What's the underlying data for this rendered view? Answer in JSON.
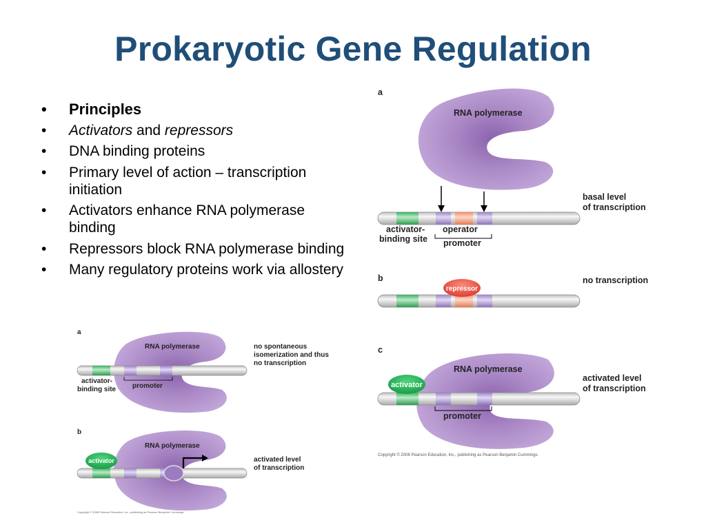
{
  "title": "Prokaryotic Gene Regulation",
  "bullets": [
    {
      "text": "Principles"
    },
    {
      "italic1": "Activators",
      "mid": " and ",
      "italic2": "repressors"
    },
    {
      "text": "DNA binding proteins"
    },
    {
      "text": "Primary level of action – transcription initiation"
    },
    {
      "text": "Activators enhance RNA polymerase binding"
    },
    {
      "text": "Repressors block RNA polymerase binding"
    },
    {
      "text": "Many regulatory proteins work via allostery"
    }
  ],
  "right_figure": {
    "panel_a": {
      "letter": "a",
      "polymerase": "RNA polymerase",
      "state_line1": "basal level",
      "state_line2": "of transcription",
      "site_line1": "activator-",
      "site_line2": "binding site",
      "operator": "operator",
      "promoter": "promoter"
    },
    "panel_b": {
      "letter": "b",
      "repressor": "repressor",
      "state": "no transcription"
    },
    "panel_c": {
      "letter": "c",
      "polymerase": "RNA polymerase",
      "activator": "activator",
      "state_line1": "activated level",
      "state_line2": "of transcription",
      "promoter": "promoter"
    },
    "copyright": "Copyright © 2008 Pearson Education, Inc., publishing as Pearson Benjamin Cummings."
  },
  "left_figure": {
    "panel_a": {
      "letter": "a",
      "polymerase": "RNA polymerase",
      "state_line1": "no spontaneous",
      "state_line2": "isomerization and thus",
      "state_line3": "no transcription",
      "site_line1": "activator-",
      "site_line2": "binding site",
      "promoter": "promoter"
    },
    "panel_b": {
      "letter": "b",
      "polymerase": "RNA polymerase",
      "activator": "activator",
      "state_line1": "activated level",
      "state_line2": "of transcription"
    },
    "copyright": "Copyright © 2008 Pearson Education, Inc., publishing as Pearson Benjamin Cummings."
  },
  "colors": {
    "title": "#1f4e79",
    "polymerase": "#b89bcf",
    "polymerase_dark": "#8a63ad",
    "activator_site": "#5cc27a",
    "operator": "#f0a488",
    "promoter": "#b6a3d8",
    "repressor": "#e2483a",
    "activator": "#1fa64f",
    "dna": "#d9d9d9"
  }
}
